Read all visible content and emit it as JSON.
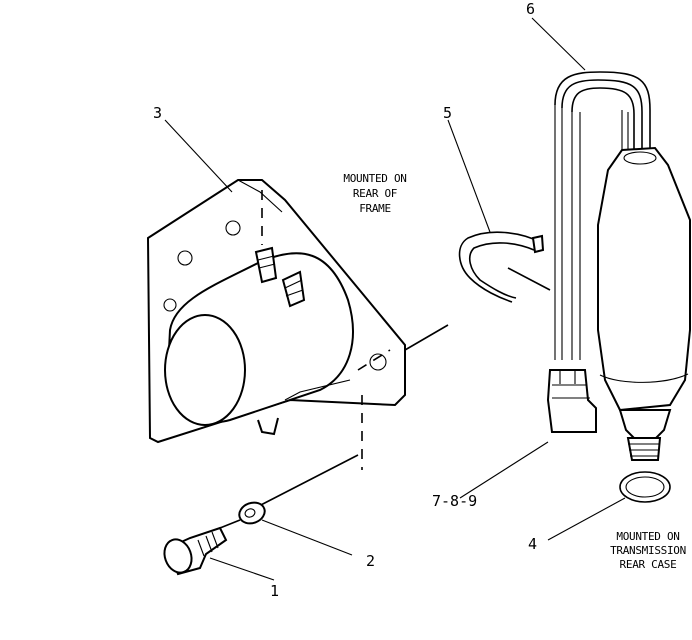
{
  "callouts": {
    "c1": "1",
    "c2": "2",
    "c3": "3",
    "c4": "4",
    "c5": "5",
    "c6": "6",
    "c789": "7-8-9"
  },
  "notes": {
    "frame": [
      "MOUNTED ON",
      "REAR OF",
      "FRAME"
    ],
    "transmission": [
      "MOUNTED ON",
      "TRANSMISSION",
      "REAR CASE"
    ]
  }
}
